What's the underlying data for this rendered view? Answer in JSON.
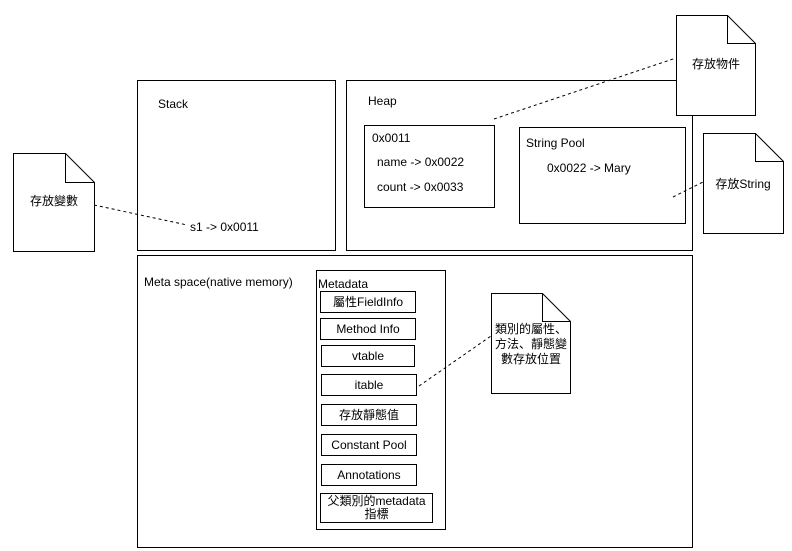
{
  "stack": {
    "title": "Stack",
    "var": "s1 -> 0x0011"
  },
  "heap": {
    "title": "Heap",
    "object": {
      "addr": "0x0011",
      "field1": "name -> 0x0022",
      "field2": "count -> 0x0033"
    },
    "string_pool": {
      "title": "String Pool",
      "entry": "0x0022 -> Mary"
    }
  },
  "metaspace": {
    "title": "Meta space(native memory)",
    "metadata": {
      "title": "Metadata",
      "items": [
        "屬性FieldInfo",
        "Method Info",
        "vtable",
        "itable",
        "存放靜態值",
        "Constant Pool",
        "Annotations",
        "父類別的metadata\n指標"
      ]
    }
  },
  "notes": {
    "variables": "存放變數",
    "objects": "存放物件",
    "string": "存放String",
    "class_info": "類別的屬性、\n方法、靜態變\n數存放位置"
  }
}
